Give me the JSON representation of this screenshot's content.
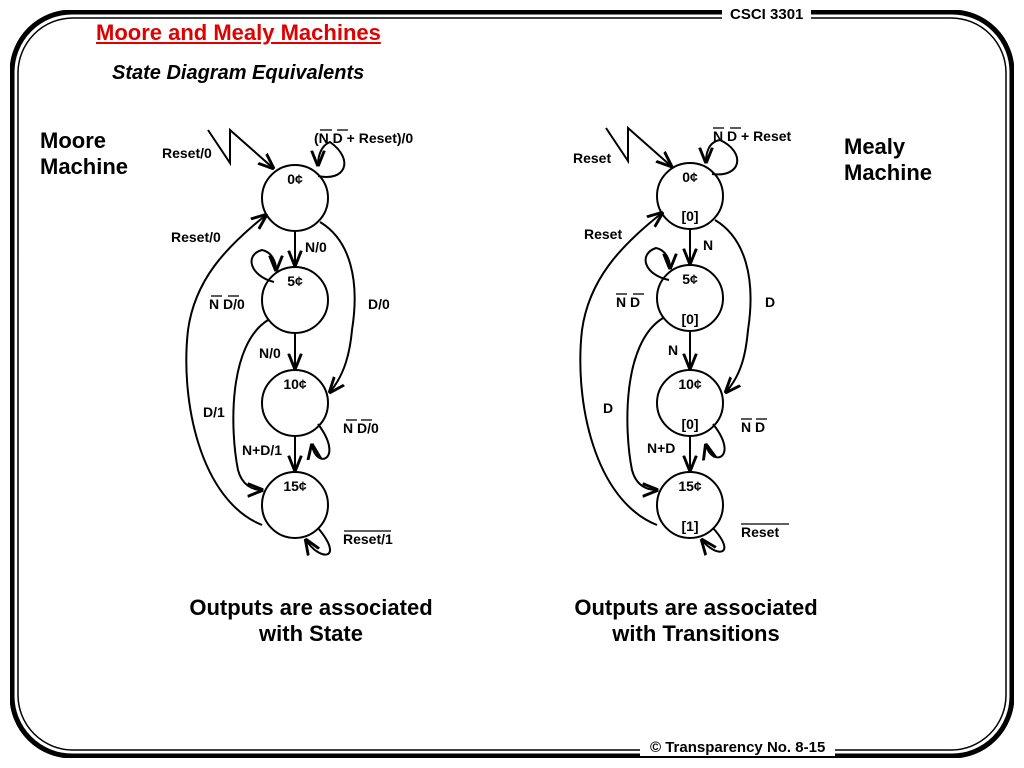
{
  "header": {
    "title": "Moore and Mealy Machines",
    "subtitle": "State Diagram Equivalents",
    "course": "CSCI 3301"
  },
  "footer": {
    "text": "© Transparency No. 8-15"
  },
  "moore": {
    "label_line1": "Moore",
    "label_line2": "Machine",
    "states": [
      "0¢",
      "5¢",
      "10¢",
      "15¢"
    ],
    "labels": {
      "reset_in": "Reset/0",
      "self0": "(N D + Reset)/0",
      "reset_back": "Reset/0",
      "n01": "N/0",
      "self5": "N D/0",
      "d0": "D/0",
      "n12": "N/0",
      "d1": "D/1",
      "self10": "N D/0",
      "nd": "N+D/1",
      "self15": "Reset/1"
    },
    "caption_line1": "Outputs are associated",
    "caption_line2": "with State"
  },
  "mealy": {
    "label_line1": "Mealy",
    "label_line2": "Machine",
    "states": [
      "0¢",
      "5¢",
      "10¢",
      "15¢"
    ],
    "outputs": [
      "[0]",
      "[0]",
      "[0]",
      "[1]"
    ],
    "labels": {
      "reset_in": "Reset",
      "self0": "N D + Reset",
      "reset_back": "Reset",
      "n01": "N",
      "self5": "N D",
      "d0": "D",
      "n12": "N",
      "d1": "D",
      "self10": "N D",
      "nd": "N+D",
      "self15": "Reset"
    },
    "caption_line1": "Outputs are associated",
    "caption_line2": "with Transitions"
  }
}
